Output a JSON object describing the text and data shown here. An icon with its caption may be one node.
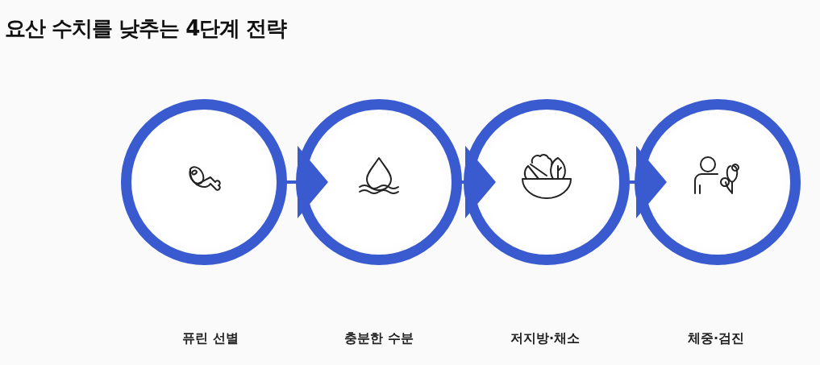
{
  "diagram": {
    "title": "요산 수치를 낮추는 4단계 전략",
    "nodes": [
      {
        "text": [],
        "shape": "circle"
      },
      {
        "text": [],
        "shape": "circle"
      },
      {
        "text": [],
        "shape": "circle"
      },
      {
        "text": [],
        "shape": "circle"
      }
    ],
    "labels": [
      "퓨린 선별",
      "충분한 수분",
      "저지방·채소",
      "체중·검진"
    ],
    "edges": [
      {
        "from": 0,
        "to": 1,
        "arrow": "to"
      },
      {
        "from": 1,
        "to": 2,
        "arrow": "to"
      },
      {
        "from": 2,
        "to": 3,
        "arrow": "to"
      }
    ]
  }
}
